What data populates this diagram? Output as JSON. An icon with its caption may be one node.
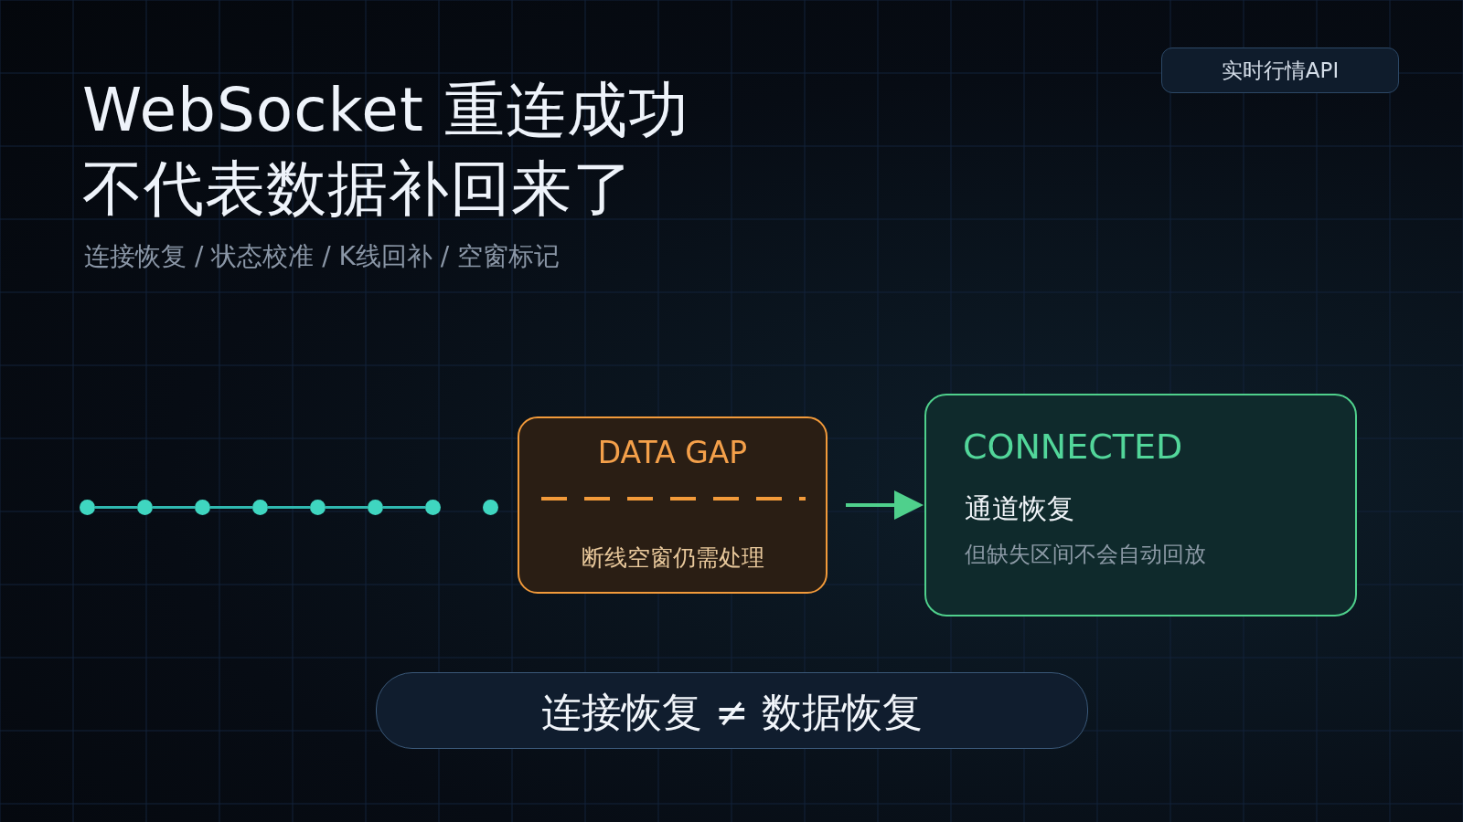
{
  "diagram": {
    "title": "WebSocket 重连成功不代表数据补回来了",
    "nodes": [
      {
        "text": [
          "实时行情API"
        ]
      },
      {
        "text": [],
        "shape": "circle"
      },
      {
        "text": [],
        "shape": "circle"
      },
      {
        "text": [],
        "shape": "circle"
      },
      {
        "text": [],
        "shape": "circle"
      },
      {
        "text": [],
        "shape": "circle"
      },
      {
        "text": [],
        "shape": "circle"
      },
      {
        "text": [],
        "shape": "circle"
      },
      {
        "text": [],
        "shape": "circle"
      },
      {
        "text": [
          "DATA GAP",
          "断线空窗仍需处理"
        ]
      },
      {
        "text": [
          "CONNECTED",
          "通道恢复",
          "但缺失区间不会自动回放"
        ]
      },
      {
        "text": [
          "连接恢复 ≠ 数据恢复"
        ]
      }
    ],
    "edges": [
      {
        "from": 1,
        "to": 2,
        "arrow": "none"
      },
      {
        "from": 2,
        "to": 3,
        "arrow": "none"
      },
      {
        "from": 3,
        "to": 4,
        "arrow": "none"
      },
      {
        "from": 4,
        "to": 5,
        "arrow": "none"
      },
      {
        "from": 5,
        "to": 6,
        "arrow": "none"
      },
      {
        "from": 6,
        "to": 7,
        "arrow": "none"
      },
      {
        "from": 9,
        "to": 10,
        "arrow": "to",
        "color": "#4fd08c"
      }
    ],
    "labels": [
      "连接恢复 / 状态校准 / K线回补 / 空窗标记"
    ]
  }
}
